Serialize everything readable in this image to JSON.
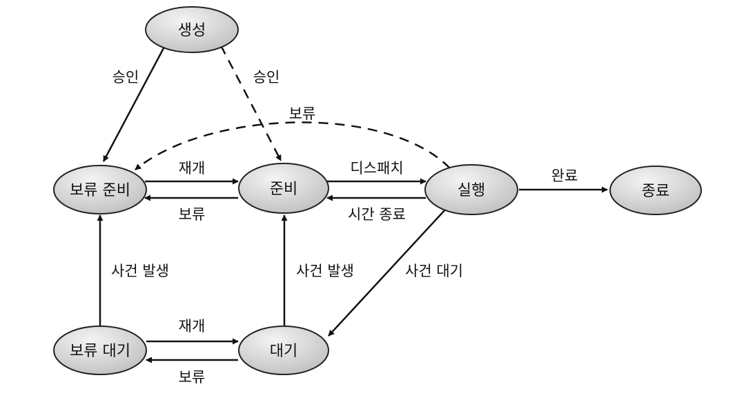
{
  "colors": {
    "node_fill_light": "#f4f4f4",
    "node_fill_dark": "#b9b9b9",
    "node_stroke": "#222222",
    "edge_color": "#111111"
  },
  "nodes": {
    "create": "생성",
    "suspended_ready": "보류 준비",
    "ready": "준비",
    "running": "실행",
    "exit": "종료",
    "suspended_blocked": "보류 대기",
    "blocked": "대기"
  },
  "edges": {
    "admit_to_suspended_ready": "승인",
    "admit_to_ready": "승인",
    "running_to_suspended_ready": "보류",
    "suspended_ready_to_ready": "재개",
    "ready_to_suspended_ready": "보류",
    "dispatch": "디스패치",
    "timeout": "시간 종료",
    "release": "완료",
    "event_occurs_suspended": "사건 발생",
    "event_occurs_blocked": "사건 발생",
    "event_wait": "사건 대기",
    "suspended_blocked_to_blocked": "재개",
    "blocked_to_suspended_blocked": "보류"
  }
}
